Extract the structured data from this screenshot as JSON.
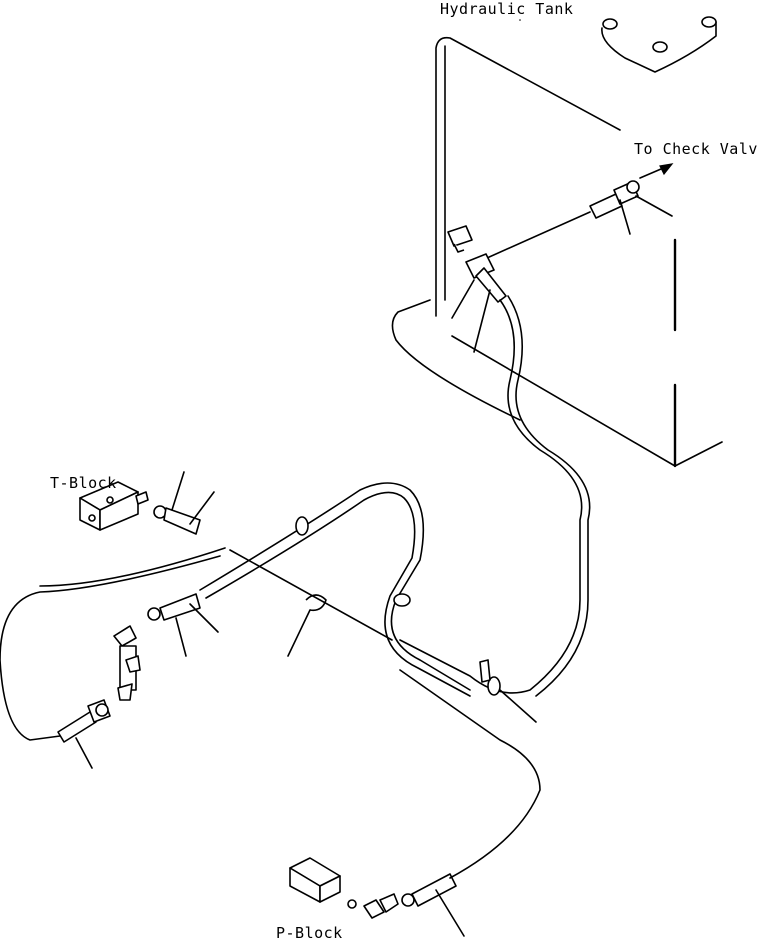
{
  "labels": {
    "hydraulic_tank": "Hydraulic Tank",
    "to_check_valve": "To Check Valve",
    "t_block": "T-Block",
    "p_block": "P-Block"
  }
}
